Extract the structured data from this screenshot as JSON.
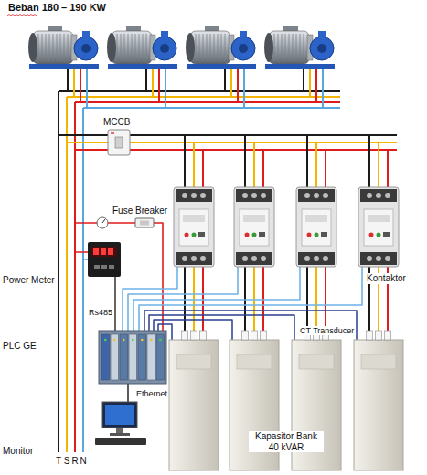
{
  "diagram": {
    "labels": [
      "Beban 180 – 190 KW",
      "MCCB",
      "Fuse Breaker",
      "Power Meter",
      "Kontaktor",
      "Rs485",
      "CT Transducer",
      "PLC GE",
      "Ethernet",
      "Kapasitor Bank 40 kVAR",
      "Monitor",
      "T",
      "S",
      "R",
      "N"
    ]
  }
}
